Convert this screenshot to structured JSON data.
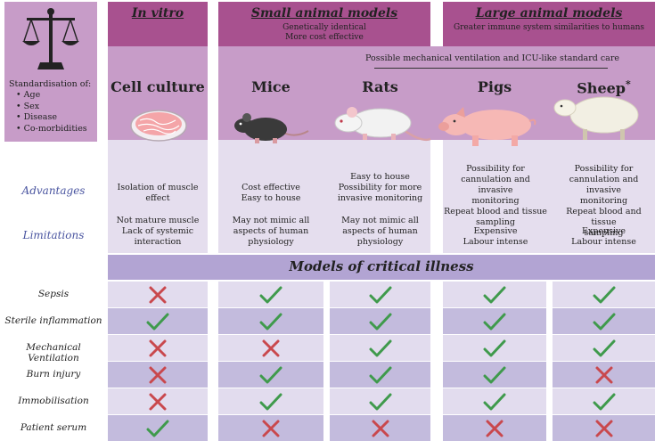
{
  "standardisation": {
    "title": "Standardisation of:",
    "items": [
      "Age",
      "Sex",
      "Disease",
      "Co-morbidities"
    ]
  },
  "groups": {
    "in_vitro": {
      "title": "In vitro"
    },
    "small": {
      "title": "Small animal models",
      "sub1": "Genetically identical",
      "sub2": "More cost effective"
    },
    "large": {
      "title": "Large animal models",
      "sub1": "Greater immune system similarities to humans"
    }
  },
  "ventilation_note": "Possible mechanical ventilation and ICU-like standard care",
  "species": [
    "Cell culture",
    "Mice",
    "Rats",
    "Pigs",
    "Sheep"
  ],
  "sheep_mark": "*",
  "side_labels": {
    "advantages": "Advantages",
    "limitations": "Limitations"
  },
  "advantages": [
    [
      "Isolation of muscle",
      "effect"
    ],
    [
      "Cost effective",
      "Easy to house"
    ],
    [
      "Easy to house",
      "Possibility for more",
      "invasive monitoring"
    ],
    [
      "Possibility for",
      "cannulation and invasive",
      "monitoring",
      "Repeat blood and tissue",
      "sampling"
    ],
    [
      "Possibility for",
      "cannulation and invasive",
      "monitoring",
      "Repeat blood and tissue",
      "sampling"
    ]
  ],
  "limitations": [
    [
      "Not mature muscle",
      "Lack of systemic",
      "interaction"
    ],
    [
      "May not mimic all",
      "aspects of human",
      "physiology"
    ],
    [
      "May not mimic all",
      "aspects of human",
      "physiology"
    ],
    [
      "Expensive",
      "Labour intense"
    ],
    [
      "Expensive",
      "Labour intense"
    ]
  ],
  "critical_title": "Models of critical illness",
  "illness_rows": [
    {
      "label": "Sepsis",
      "marks": [
        "no",
        "yes",
        "yes",
        "yes",
        "yes"
      ]
    },
    {
      "label": "Sterile inflammation",
      "marks": [
        "yes",
        "yes",
        "yes",
        "yes",
        "yes"
      ]
    },
    {
      "label": "Mechanical Ventilation",
      "marks": [
        "no",
        "no",
        "yes",
        "yes",
        "yes"
      ]
    },
    {
      "label": "Burn injury",
      "marks": [
        "no",
        "yes",
        "yes",
        "yes",
        "no"
      ]
    },
    {
      "label": "Immobilisation",
      "marks": [
        "no",
        "yes",
        "yes",
        "yes",
        "yes"
      ]
    },
    {
      "label": "Patient serum",
      "marks": [
        "yes",
        "no",
        "no",
        "no",
        "no"
      ]
    }
  ],
  "colors": {
    "check": "#3f9a4c",
    "cross": "#c9484d"
  }
}
